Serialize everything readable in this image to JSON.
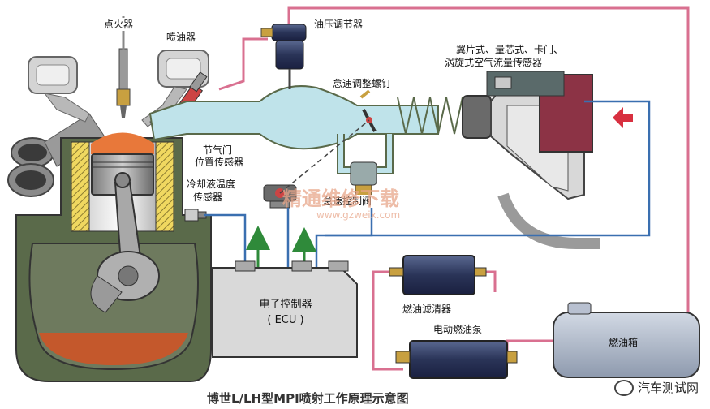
{
  "labels": {
    "spark_plug": "点火器",
    "injector": "喷油器",
    "pressure_regulator": "油压调节器",
    "air_flow_sensor_line1": "翼片式、量芯式、卡门、",
    "air_flow_sensor_line2": "涡旋式空气流量传感器",
    "idle_screw": "怠速调整螺钉",
    "throttle_sensor_line1": "节气门",
    "throttle_sensor_line2": "位置传感器",
    "coolant_sensor_line1": "冷却液温度",
    "coolant_sensor_line2": "传感器",
    "idle_valve": "怠速控制阀",
    "ecu_line1": "电子控制器",
    "ecu_line2": "( ECU )",
    "fuel_filter": "燃油滤清器",
    "fuel_pump": "电动燃油泵",
    "fuel_tank": "燃油箱"
  },
  "caption": "博世L/LH型MPI喷射工作原理示意图",
  "watermark": {
    "text": "精通维修下载",
    "url": "www.gzweix.com"
  },
  "brand": "汽车测试网",
  "icons": {
    "air_inlet": "arrow-left-icon",
    "brand": "wechat-icon"
  },
  "colors": {
    "engine_wall": "#5a6a4a",
    "combustion_glow": "#e8783a",
    "oil_sump": "#c4582c",
    "intake_air": "#bfe3ea",
    "fuel_line": "#d97090",
    "signal_line": "#3a6fb0",
    "signal_arrow": "#2f8a3a",
    "ecu_body": "#d9d9d9",
    "fuel_tank": "#aeb8c8",
    "airflow_box": "#8c3345"
  }
}
